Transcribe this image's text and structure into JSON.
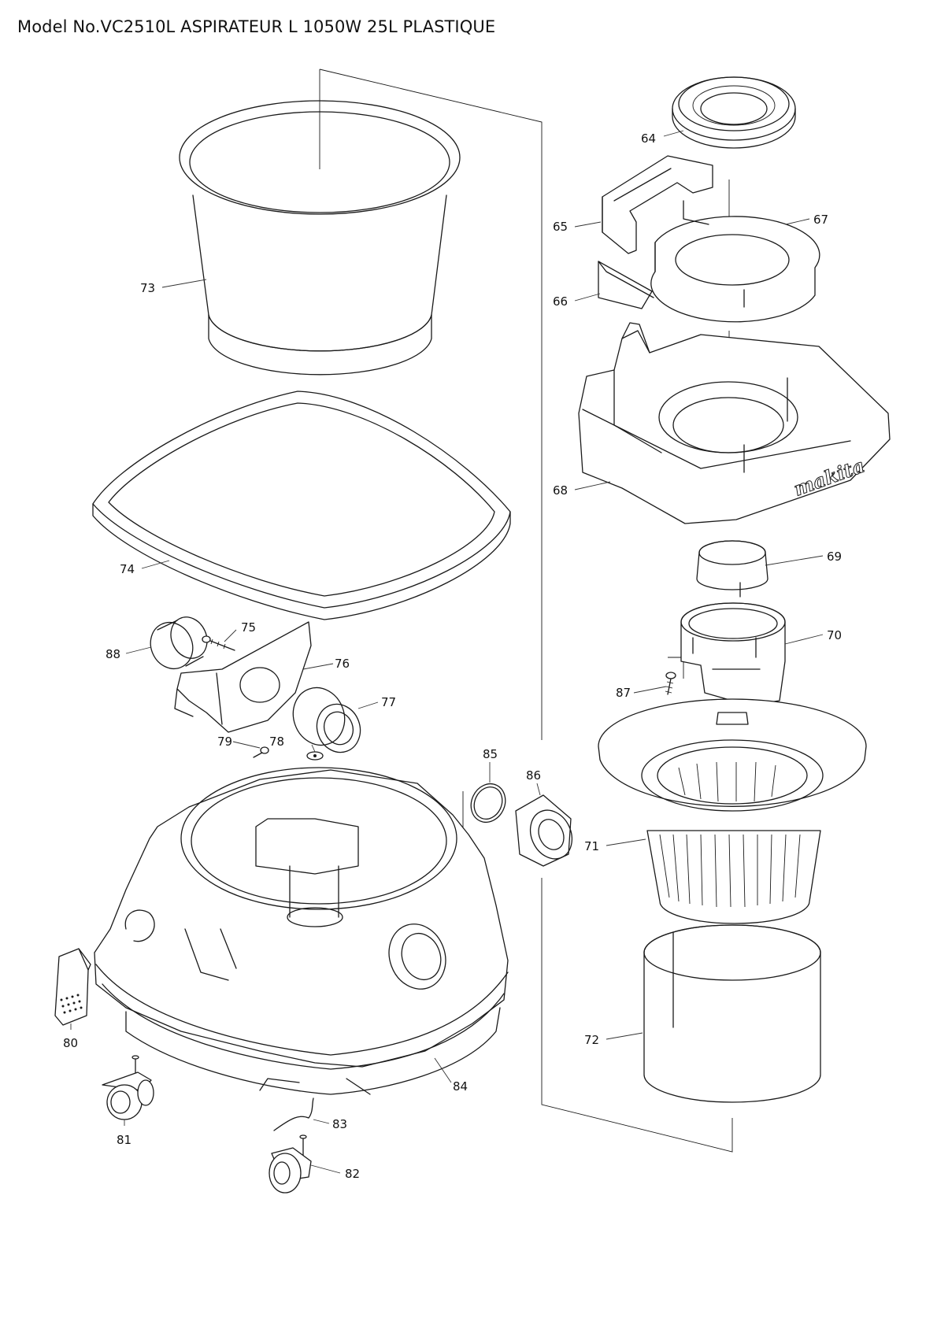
{
  "title": "Model No.VC2510L ASPIRATEUR L 1050W 25L PLASTIQUE",
  "brand_mark": "makita",
  "parts": [
    {
      "id": "64",
      "label": "64"
    },
    {
      "id": "65",
      "label": "65"
    },
    {
      "id": "66",
      "label": "66"
    },
    {
      "id": "67",
      "label": "67"
    },
    {
      "id": "68",
      "label": "68"
    },
    {
      "id": "69",
      "label": "69"
    },
    {
      "id": "70",
      "label": "70"
    },
    {
      "id": "71",
      "label": "71"
    },
    {
      "id": "72",
      "label": "72"
    },
    {
      "id": "73",
      "label": "73"
    },
    {
      "id": "74",
      "label": "74"
    },
    {
      "id": "75",
      "label": "75"
    },
    {
      "id": "76",
      "label": "76"
    },
    {
      "id": "77",
      "label": "77"
    },
    {
      "id": "78",
      "label": "78"
    },
    {
      "id": "79",
      "label": "79"
    },
    {
      "id": "80",
      "label": "80"
    },
    {
      "id": "81",
      "label": "81"
    },
    {
      "id": "82",
      "label": "82"
    },
    {
      "id": "83",
      "label": "83"
    },
    {
      "id": "84",
      "label": "84"
    },
    {
      "id": "85",
      "label": "85"
    },
    {
      "id": "86",
      "label": "86"
    },
    {
      "id": "87",
      "label": "87"
    },
    {
      "id": "88",
      "label": "88"
    }
  ]
}
